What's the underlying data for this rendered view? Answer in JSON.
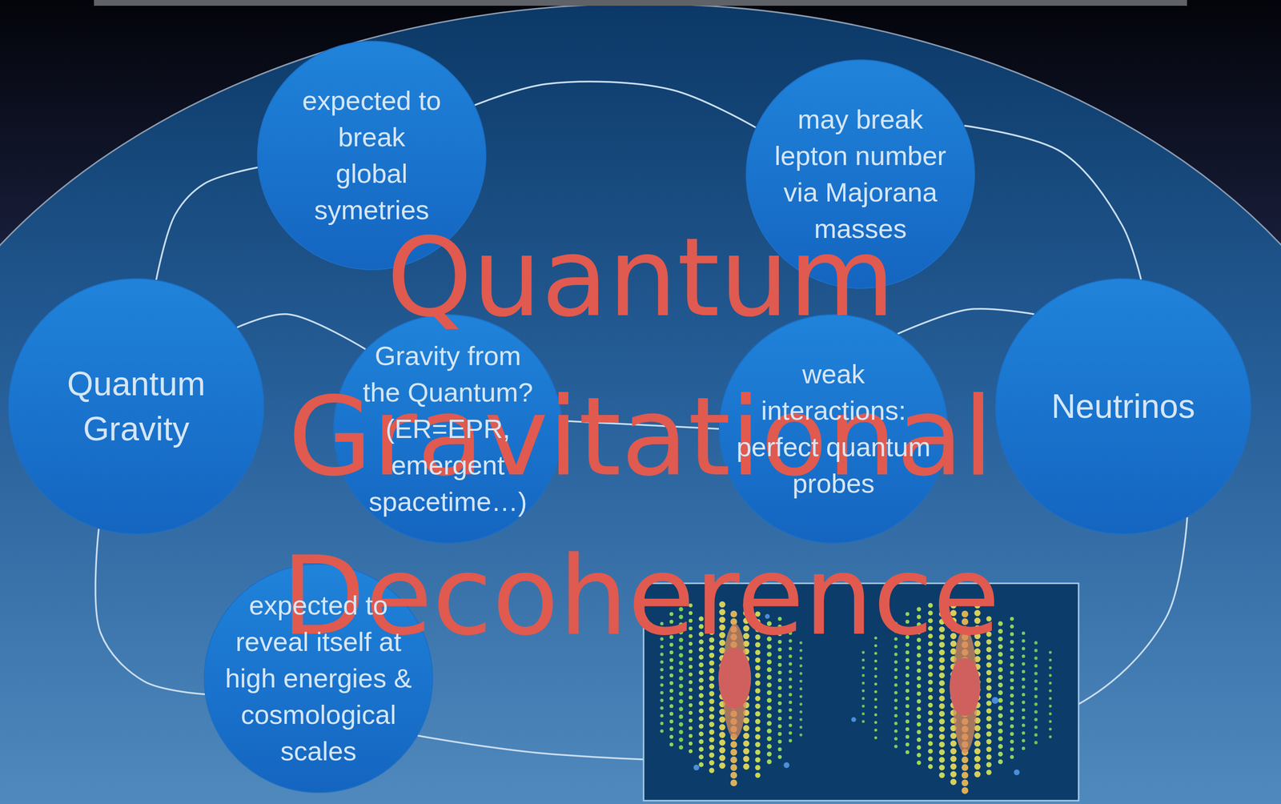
{
  "diagram": {
    "title": "Quantum Gravitational Decoherence",
    "nodes": [
      {
        "text": [
          "expected to break global symetries"
        ]
      },
      {
        "text": [
          "may break lepton number via Majorana masses"
        ]
      },
      {
        "text": [
          "Quantum Gravity"
        ]
      },
      {
        "text": [
          "Gravity from the Quantum? (ER=EPR, emergent spacetime…)"
        ]
      },
      {
        "text": [
          "weak interactions: perfect quantum probes"
        ]
      },
      {
        "text": [
          "Neutrinos"
        ]
      },
      {
        "text": [
          "expected to reveal itself at high energies & cosmological scales"
        ]
      }
    ],
    "edges": [
      {
        "from": 2,
        "to": 0,
        "arrow": "none"
      },
      {
        "from": 0,
        "to": 1,
        "arrow": "none"
      },
      {
        "from": 1,
        "to": 5,
        "arrow": "none"
      },
      {
        "from": 2,
        "to": 3,
        "arrow": "none"
      },
      {
        "from": 3,
        "to": 4,
        "arrow": "none"
      },
      {
        "from": 4,
        "to": 5,
        "arrow": "none"
      },
      {
        "from": 5,
        "to": 6,
        "arrow": "none"
      },
      {
        "from": 2,
        "to": 6,
        "arrow": "none"
      }
    ]
  }
}
